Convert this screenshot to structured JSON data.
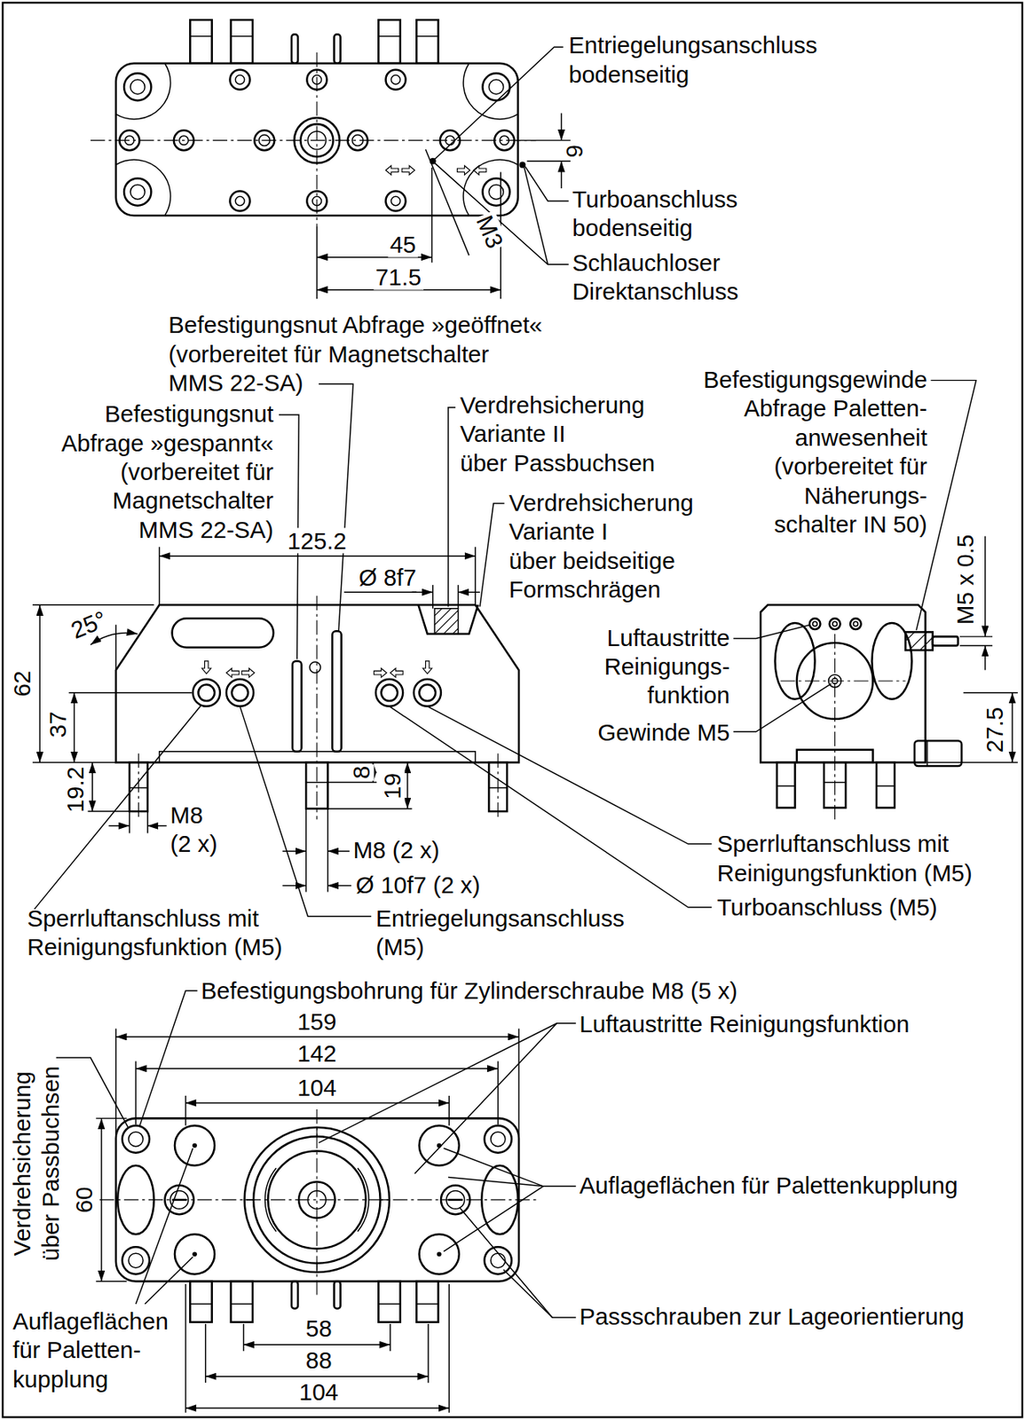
{
  "diagram": {
    "labels": [
      "Entriegelungsanschluss bodenseitig",
      "9",
      "45",
      "71.5",
      "M3",
      "Turboanschluss bodenseitig",
      "Schlauchloser Direktanschluss",
      "Befestigungsnut Abfrage »geöffnet« (vorbereitet für Magnetschalter MMS 22-SA)",
      "Befestigungsnut Abfrage »gespannt« (vorbereitet für Magnetschalter MMS 22-SA)",
      "Verdrehsicherung Variante II über Passbuchsen",
      "Verdrehsicherung Variante I über beidseitige Formschrägen",
      "Befestigungsgewinde Abfrage Paletten- anwesenheit (vorbereitet für Näherungs- schalter IN 50)",
      "125.2",
      "Ø 8f7",
      "25°",
      "62",
      "37",
      "19.2",
      "M8 (2 x)",
      "8",
      "19",
      "M8 (2 x)",
      "Ø 10f7 (2 x)",
      "Sperrluftanschluss mit Reinigungsfunktion (M5)",
      "Entriegelungsanschluss (M5)",
      "Sperrluftanschluss mit Reinigungsfunktion (M5)",
      "Turboanschluss (M5)",
      "Luftaustritte Reinigungs- funktion",
      "Gewinde M5",
      "M5 x 0.5",
      "27.5",
      "Befestigungsbohrung für Zylinderschraube M8 (5 x)",
      "159",
      "142",
      "104",
      "Luftaustritte Reinigungsfunktion",
      "Verdrehsicherung über Passbuchsen",
      "60",
      "Auflageflächen für Palettenkupplung",
      "Auflageflächen für Paletten- kupplung",
      "58",
      "88",
      "104",
      "Passschrauben zur Lageorientierung"
    ]
  }
}
